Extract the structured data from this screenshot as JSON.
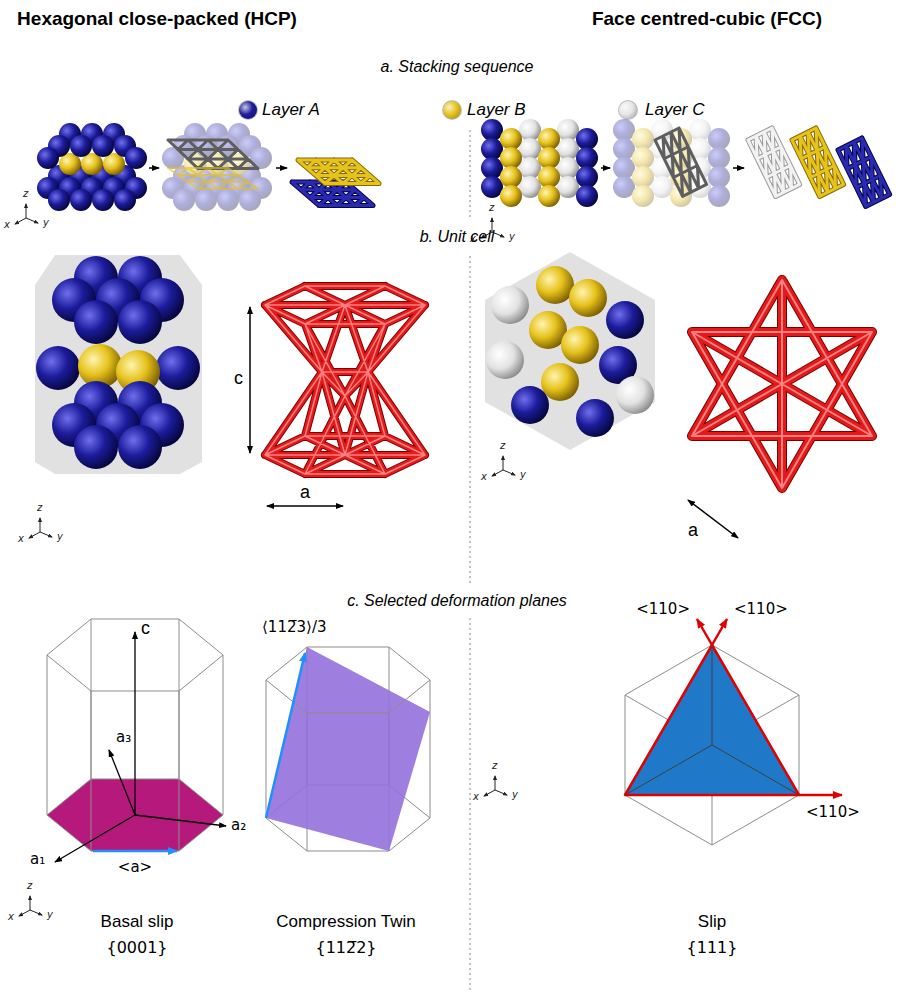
{
  "diagram": {
    "labels": [
      "Hexagonal close-packed (HCP)",
      "Face centred-cubic (FCC)",
      "a. Stacking sequence",
      "x",
      "y",
      "z",
      "x",
      "y",
      "z",
      "b. Unit cell",
      "c",
      "a",
      "a",
      "x",
      "y",
      "z",
      "x",
      "y",
      "z",
      "c. Selected deformation planes",
      "c",
      "a₃",
      "a₁",
      "a₂",
      "<a>",
      "⟨112̅3⟩/3",
      "<110>",
      "<110>",
      "<110>",
      "x",
      "y",
      "z",
      "x",
      "y",
      "z",
      "Basal slip",
      "{0001}",
      "Compression Twin",
      "{112̅2}",
      "Slip",
      "{111}"
    ],
    "legend": [
      {
        "text": "Layer A",
        "color": "#1c1c9c"
      },
      {
        "text": "Layer B",
        "color": "#e6c21c"
      },
      {
        "text": "Layer C",
        "color": "#e6e6e6"
      }
    ]
  }
}
